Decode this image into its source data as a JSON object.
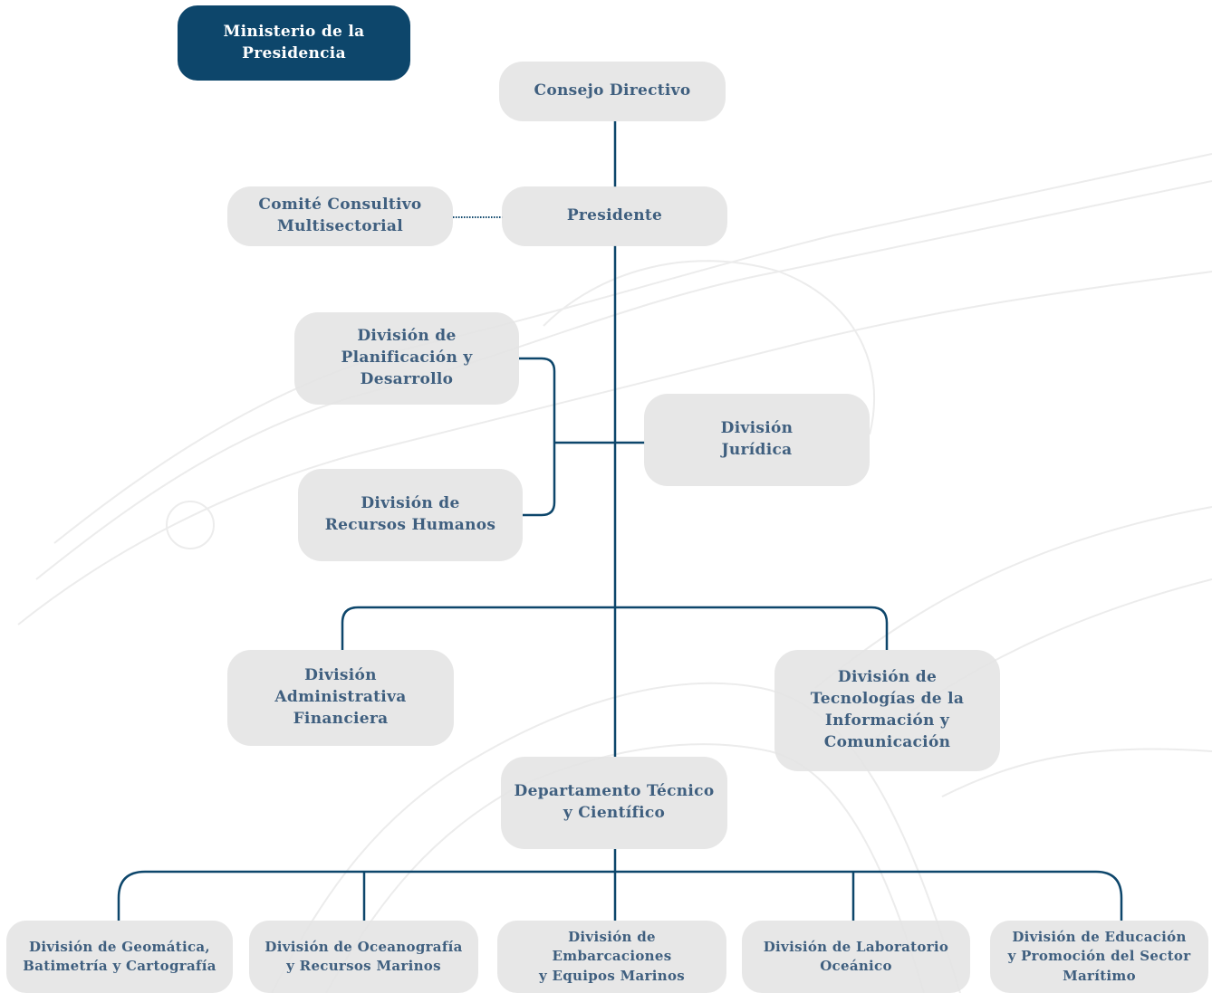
{
  "colors": {
    "line": "#0d466b",
    "box_bg": "#e4e4e4",
    "box_text": "#3f5f7f",
    "top_bg": "#0d466b",
    "top_text": "#ffffff"
  },
  "nodes": {
    "ministerio": "Ministerio de la\nPresidencia",
    "consejo": "Consejo Directivo",
    "presidente": "Presidente",
    "comite": "Comité Consultivo\nMultisectorial",
    "planificacion": "División de\nPlanificación y\nDesarrollo",
    "rrhh": "División de\nRecursos Humanos",
    "juridica": "División\nJurídica",
    "administrativa": "División\nAdministrativa\nFinanciera",
    "tic": "División de\nTecnologías de la\nInformación y\nComunicación",
    "departamento": "Departamento Técnico\ny Científico",
    "geomatica": "División de Geomática,\nBatimetría y Cartografía",
    "oceanografia": "División de Oceanografía\ny Recursos Marinos",
    "embarcaciones": "División de Embarcaciones\ny Equipos Marinos",
    "laboratorio": "División de Laboratorio\nOceánico",
    "educacion": "División de Educación\ny Promoción del Sector\nMarítimo"
  }
}
